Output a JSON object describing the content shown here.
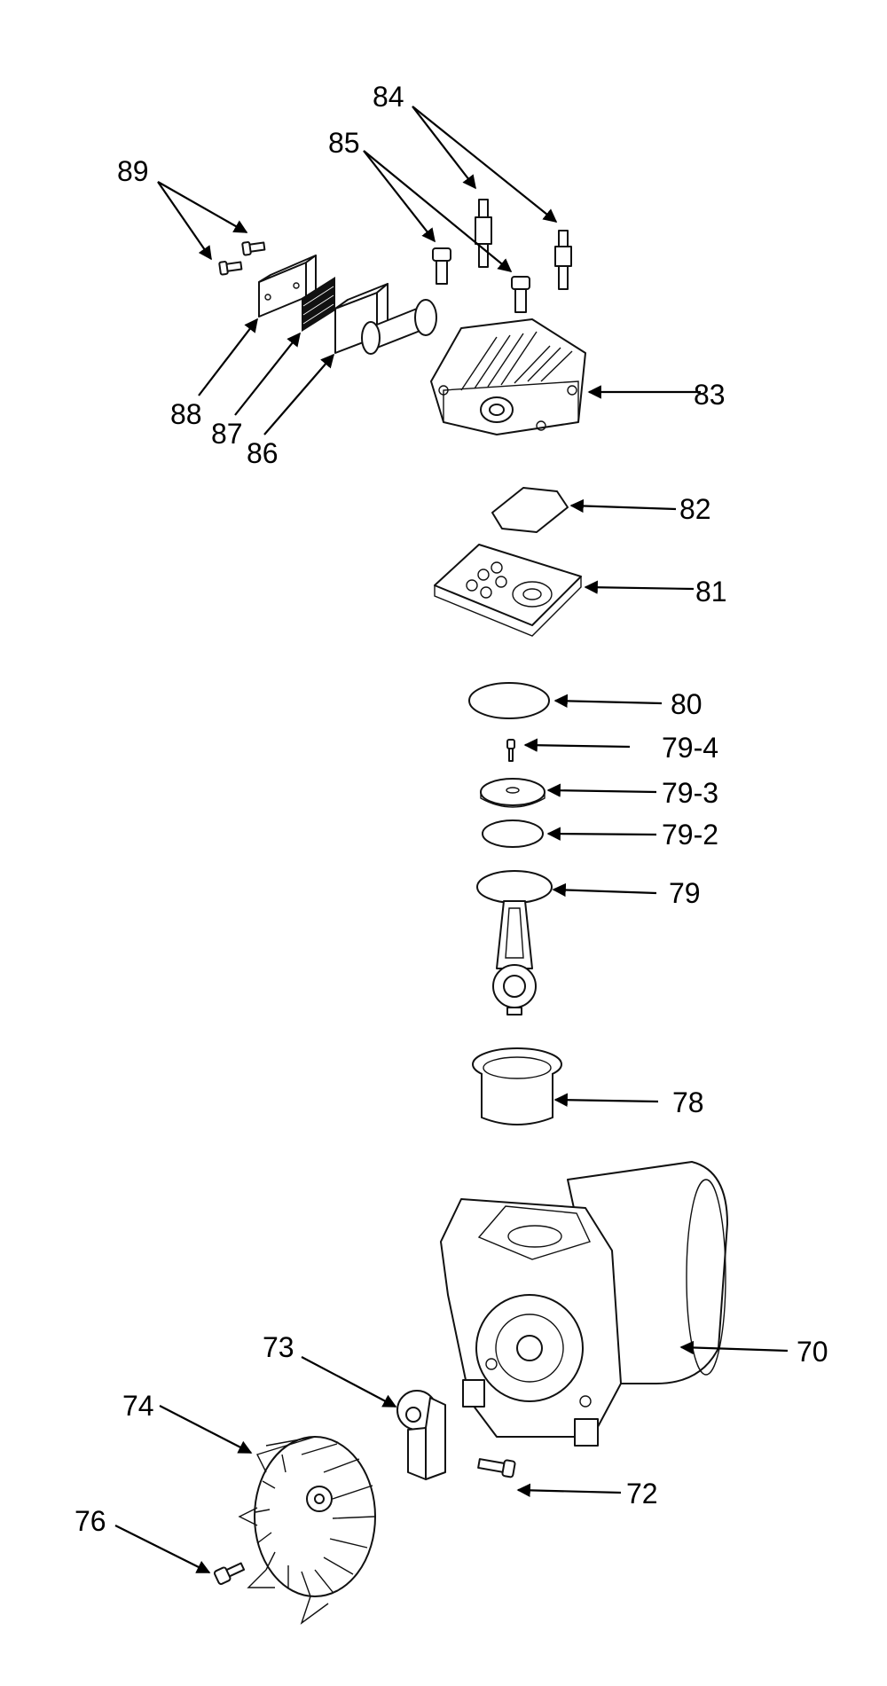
{
  "diagram": {
    "labels": {
      "l70": "70",
      "l72": "72",
      "l73": "73",
      "l74": "74",
      "l76": "76",
      "l78": "78",
      "l79": "79",
      "l79_2": "79-2",
      "l79_3": "79-3",
      "l79_4": "79-4",
      "l80": "80",
      "l81": "81",
      "l82": "82",
      "l83": "83",
      "l84": "84",
      "l85": "85",
      "l86": "86",
      "l87": "87",
      "l88": "88",
      "l89": "89"
    }
  }
}
